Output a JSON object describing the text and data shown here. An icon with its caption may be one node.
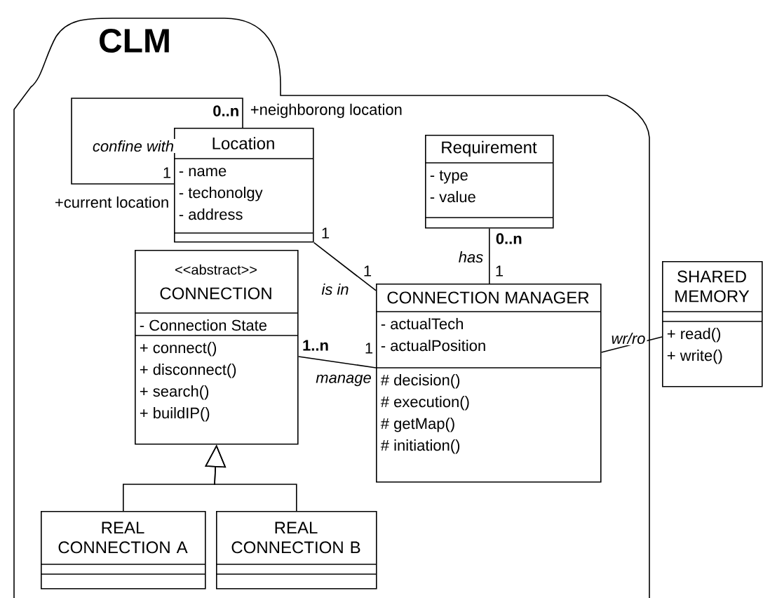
{
  "diagram": {
    "nodes": [
      {
        "text": [
          "CLM"
        ]
      },
      {
        "text": [
          "Location",
          "- name",
          "- techonolgy",
          "- address"
        ],
        "in": 0
      },
      {
        "text": [
          "Requirement",
          "- type",
          "- value"
        ],
        "in": 0
      },
      {
        "text": [
          "<<abstract>>",
          "CONNECTION",
          "- Connection State",
          "+ connect()",
          "+ disconnect()",
          "+ search()",
          "+ buildIP()"
        ],
        "in": 0
      },
      {
        "text": [
          "CONNECTION MANAGER",
          "- actualTech",
          "- actualPosition",
          "# decision()",
          "# execution()",
          "# getMap()",
          "# initiation()"
        ],
        "in": 0
      },
      {
        "text": [
          "SHARED MEMORY",
          "+ read()",
          "+ write()"
        ]
      },
      {
        "text": [
          "REAL CONNECTION A"
        ],
        "in": 0
      },
      {
        "text": [
          "REAL CONNECTION B"
        ],
        "in": 0
      }
    ],
    "edges": [
      {
        "from": 1,
        "to": 1,
        "arrow": "none",
        "label": "confine with"
      },
      {
        "from": 1,
        "to": 4,
        "arrow": "none",
        "label": "is in"
      },
      {
        "from": 2,
        "to": 4,
        "arrow": "none",
        "label": "has"
      },
      {
        "from": 3,
        "to": 4,
        "arrow": "none",
        "label": "manage"
      },
      {
        "from": 4,
        "to": 5,
        "arrow": "none",
        "label": "wr/ro"
      },
      {
        "from": 6,
        "to": 3,
        "arrow": "to"
      },
      {
        "from": 7,
        "to": 3,
        "arrow": "to"
      }
    ],
    "labels": [
      "0..n",
      "+neighborong  location",
      "1",
      "+current location",
      "1",
      "0..n",
      "1",
      "1",
      "1..n",
      "1"
    ]
  }
}
